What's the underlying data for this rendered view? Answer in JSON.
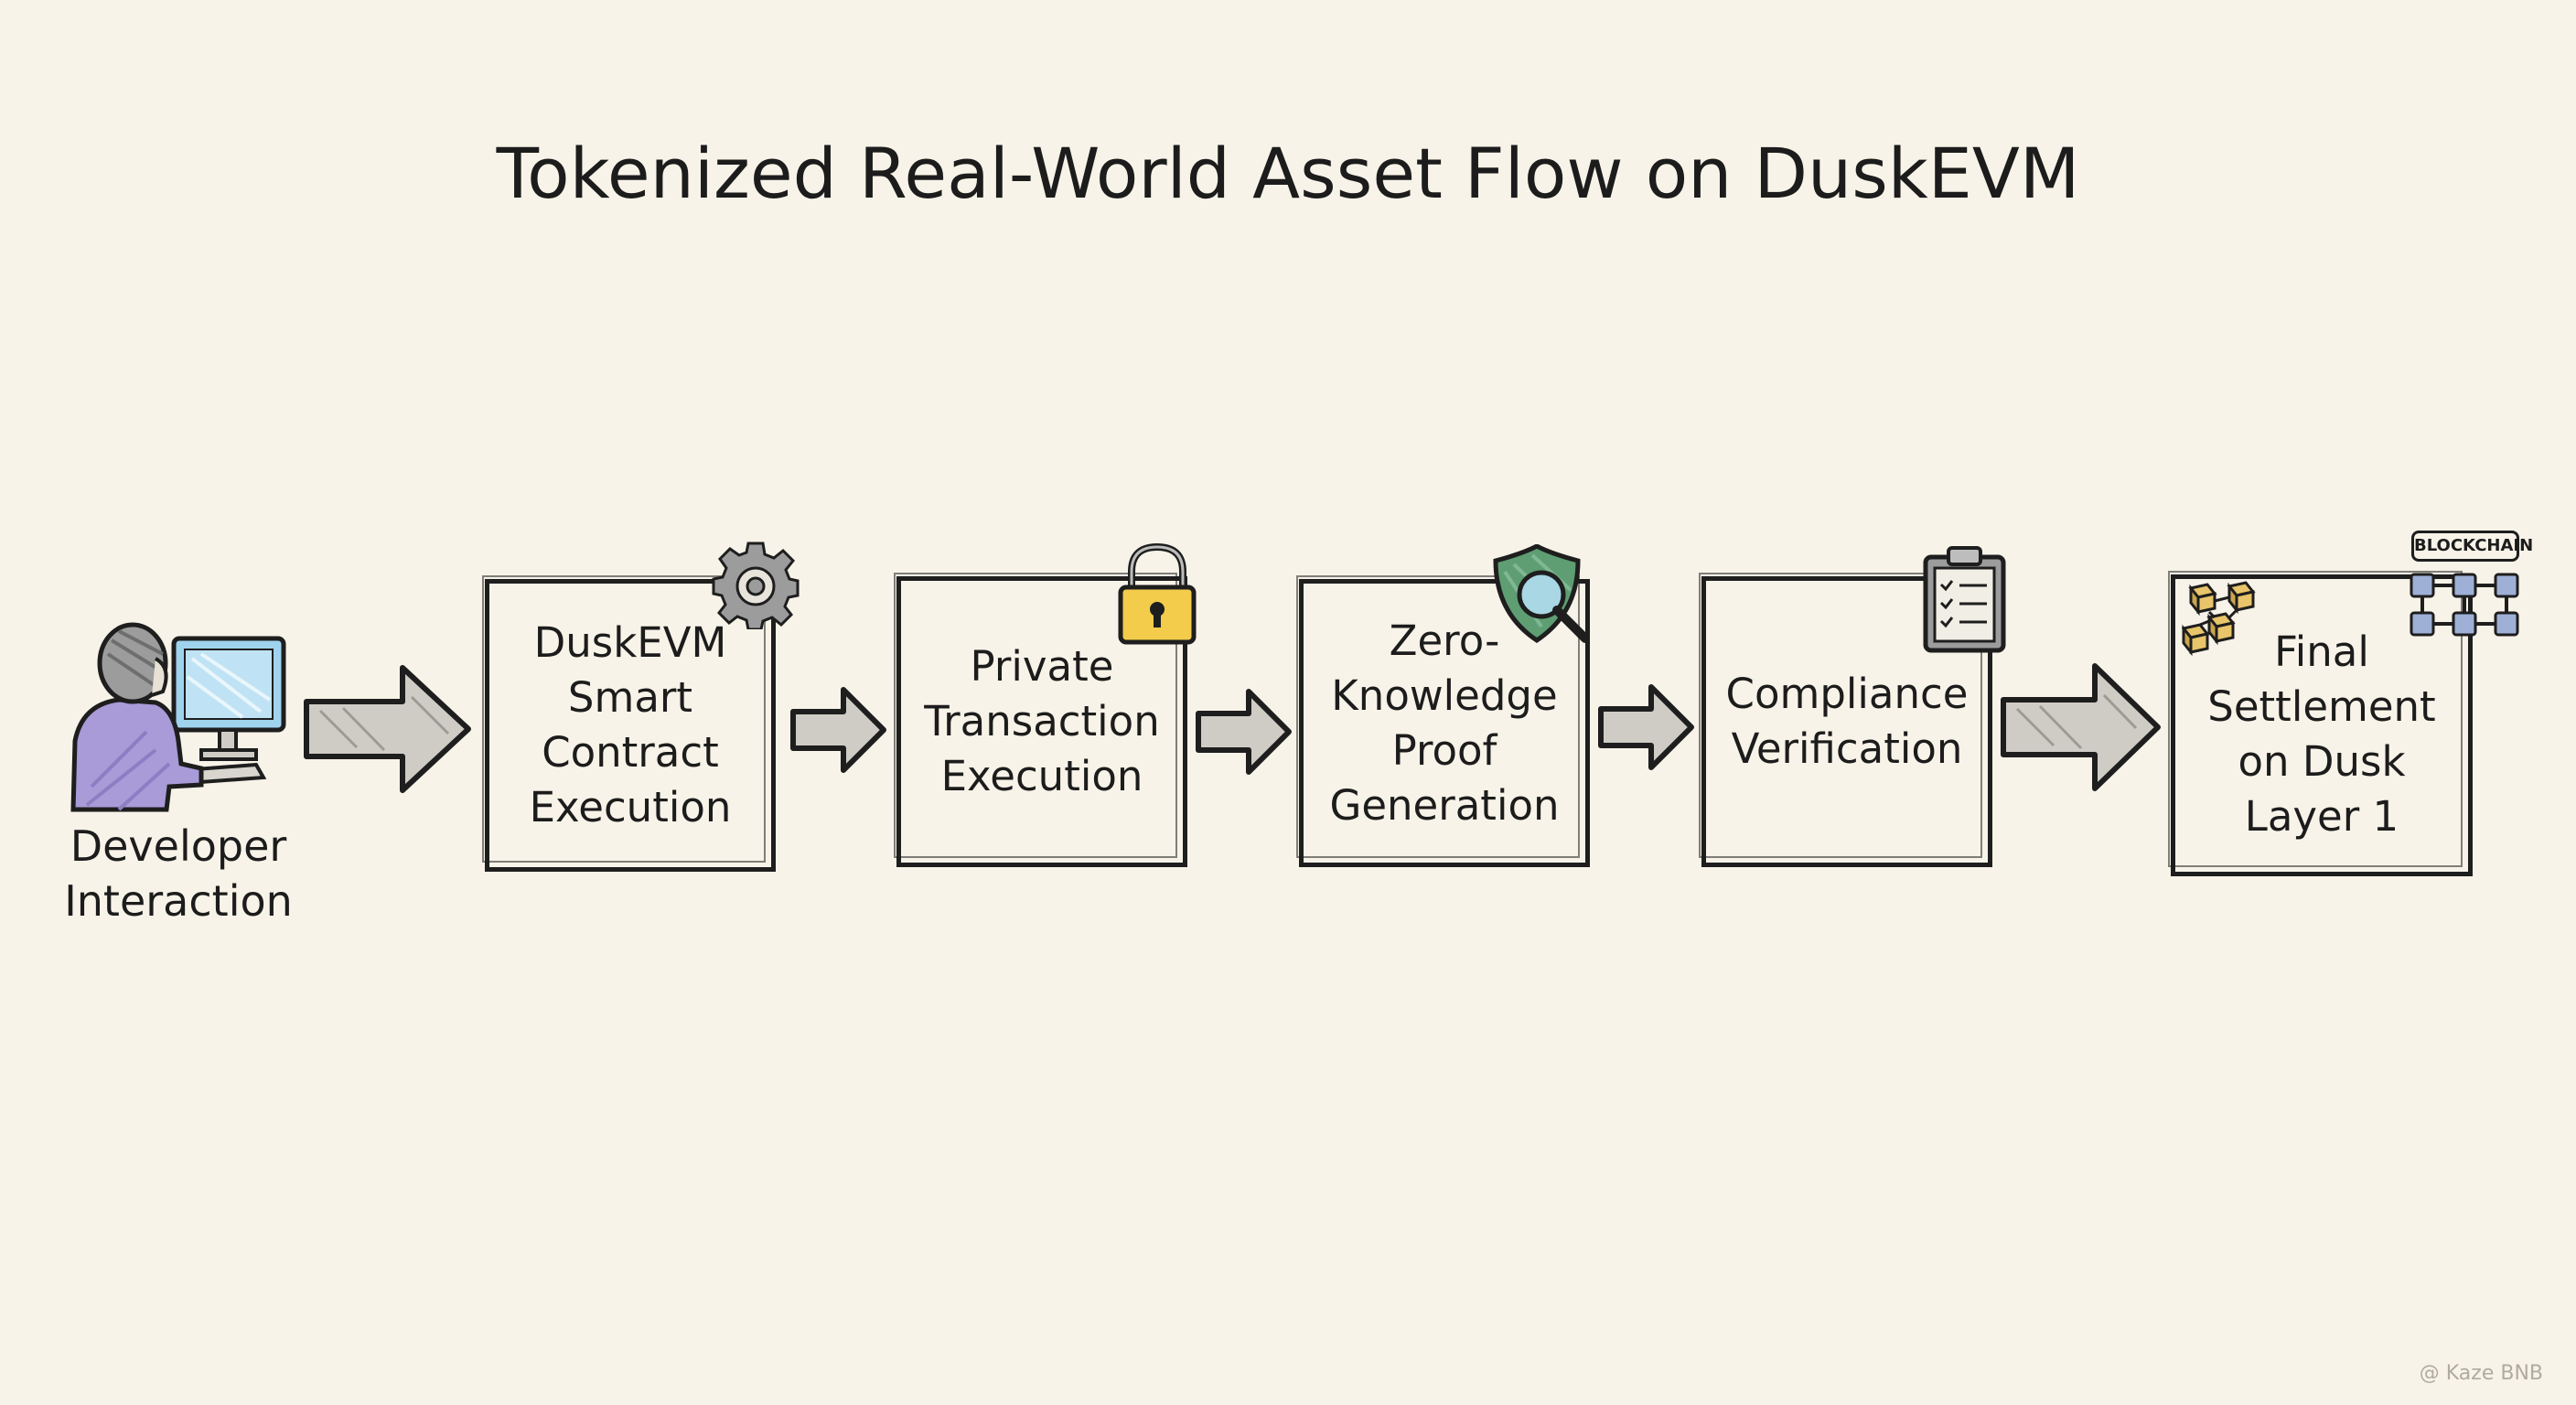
{
  "title": "Tokenized Real-World Asset Flow on DuskEVM",
  "developer": {
    "label": "Developer\nInteraction",
    "icon": "developer-computer-icon"
  },
  "steps": [
    {
      "label": "DuskEVM\nSmart\nContract\nExecution",
      "icon": "gear-icon"
    },
    {
      "label": "Private\nTransaction\nExecution",
      "icon": "padlock-icon"
    },
    {
      "label": "Zero-\nKnowledge\nProof\nGeneration",
      "icon": "shield-magnifier-icon"
    },
    {
      "label": "Compliance\nVerification",
      "icon": "clipboard-checklist-icon"
    },
    {
      "label": "Final\nSettlement\non Dusk\nLayer 1",
      "icon": "blockchain-blocks-icon"
    }
  ],
  "blockchain_badge": "BLOCKCHAIN",
  "watermark": "@ Kaze BNB",
  "colors": {
    "background": "#f8f3e8",
    "ink": "#1e1e1e",
    "arrow_fill": "#cfccc6",
    "lock_yellow": "#f2cc4a",
    "shield_green": "#5e9e72",
    "lens_blue": "#a9d7e4",
    "developer_purple": "#a99ad8",
    "screen_blue": "#9fd3ee",
    "block_gold": "#e8c46a",
    "block_blue": "#9fb0d6"
  }
}
